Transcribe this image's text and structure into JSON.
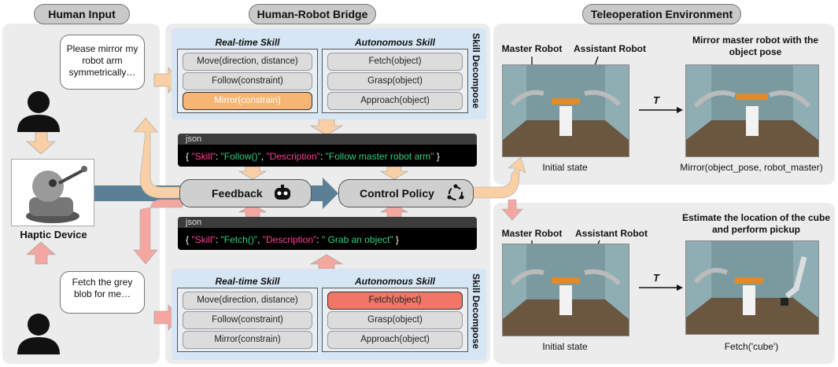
{
  "headers": {
    "human_input": "Human Input",
    "bridge": "Human-Robot Bridge",
    "teleop": "Teleoperation Environment"
  },
  "human": {
    "bubble_top": "Please mirror my robot arm symmetrically…",
    "bubble_bottom": "Fetch the grey blob for me…",
    "haptic_label": "Haptic Device"
  },
  "skills_top": {
    "realtime_title": "Real-time Skill",
    "autonomous_title": "Autonomous Skill",
    "realtime": [
      "Move(direction, distance)",
      "Follow(constraint)",
      "Mirror(constrain)"
    ],
    "autonomous": [
      "Fetch(object)",
      "Grasp(object)",
      "Approach(object)"
    ],
    "side_label": "Skill Decompose"
  },
  "skills_bottom": {
    "realtime_title": "Real-time Skill",
    "autonomous_title": "Autonomous Skill",
    "realtime": [
      "Move(direction, distance)",
      "Follow(constraint)",
      "Mirror(constrain)"
    ],
    "autonomous": [
      "Fetch(object)",
      "Grasp(object)",
      "Approach(object)"
    ],
    "side_label": "Skill Decompose"
  },
  "json_top": {
    "tab": "json",
    "k1": "\"Skill\"",
    "v1": "\"Follow()\"",
    "k2": "\"Description\"",
    "v2": "\"Follow master robot arm\""
  },
  "json_bottom": {
    "tab": "json",
    "k1": "\"Skill\"",
    "v1": "\"Fetch()\"",
    "k2": "\"Description\"",
    "v2": "\" Grab an object\""
  },
  "pills": {
    "feedback": "Feedback",
    "control": "Control Policy"
  },
  "teleop_top": {
    "master": "Master Robot",
    "assistant": "Assistant Robot",
    "result_title": "Mirror master robot with the object pose",
    "t_label": "T",
    "initial": "Initial state",
    "result_caption": "Mirror(object_pose, robot_master)"
  },
  "teleop_bottom": {
    "master": "Master Robot",
    "assistant": "Assistant Robot",
    "result_title": "Estimate the location of the cube and perform pickup",
    "t_label": "T",
    "initial": "Initial state",
    "result_caption": "Fetch('cube')"
  },
  "colors": {
    "orange": "#f7b574",
    "red": "#f27666",
    "blue_arrow": "#5b7f95",
    "peach_arrow": "#f9cfa6",
    "pink_arrow": "#f3a7a0"
  }
}
